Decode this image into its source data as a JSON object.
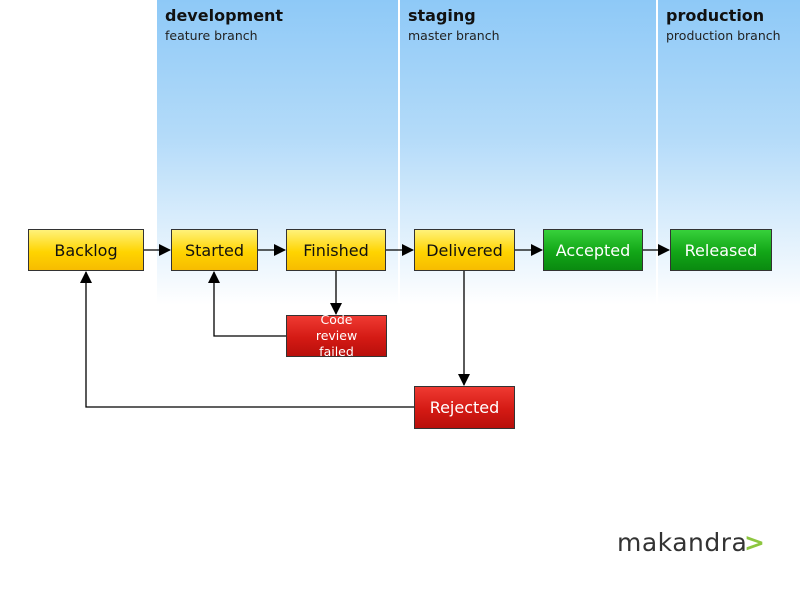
{
  "lanes": [
    {
      "title": "development",
      "subtitle": "feature branch"
    },
    {
      "title": "staging",
      "subtitle": "master branch"
    },
    {
      "title": "production",
      "subtitle": "production branch"
    }
  ],
  "nodes": {
    "backlog": "Backlog",
    "started": "Started",
    "finished": "Finished",
    "delivered": "Delivered",
    "accepted": "Accepted",
    "released": "Released",
    "code_review_failed": "Code review failed",
    "rejected": "Rejected"
  },
  "logo": {
    "text": "makandra",
    "mark": ">"
  },
  "colors": {
    "in_progress": "#ffd400",
    "done": "#12a617",
    "failed": "#d41a14",
    "lane": "#8ec9f7"
  }
}
